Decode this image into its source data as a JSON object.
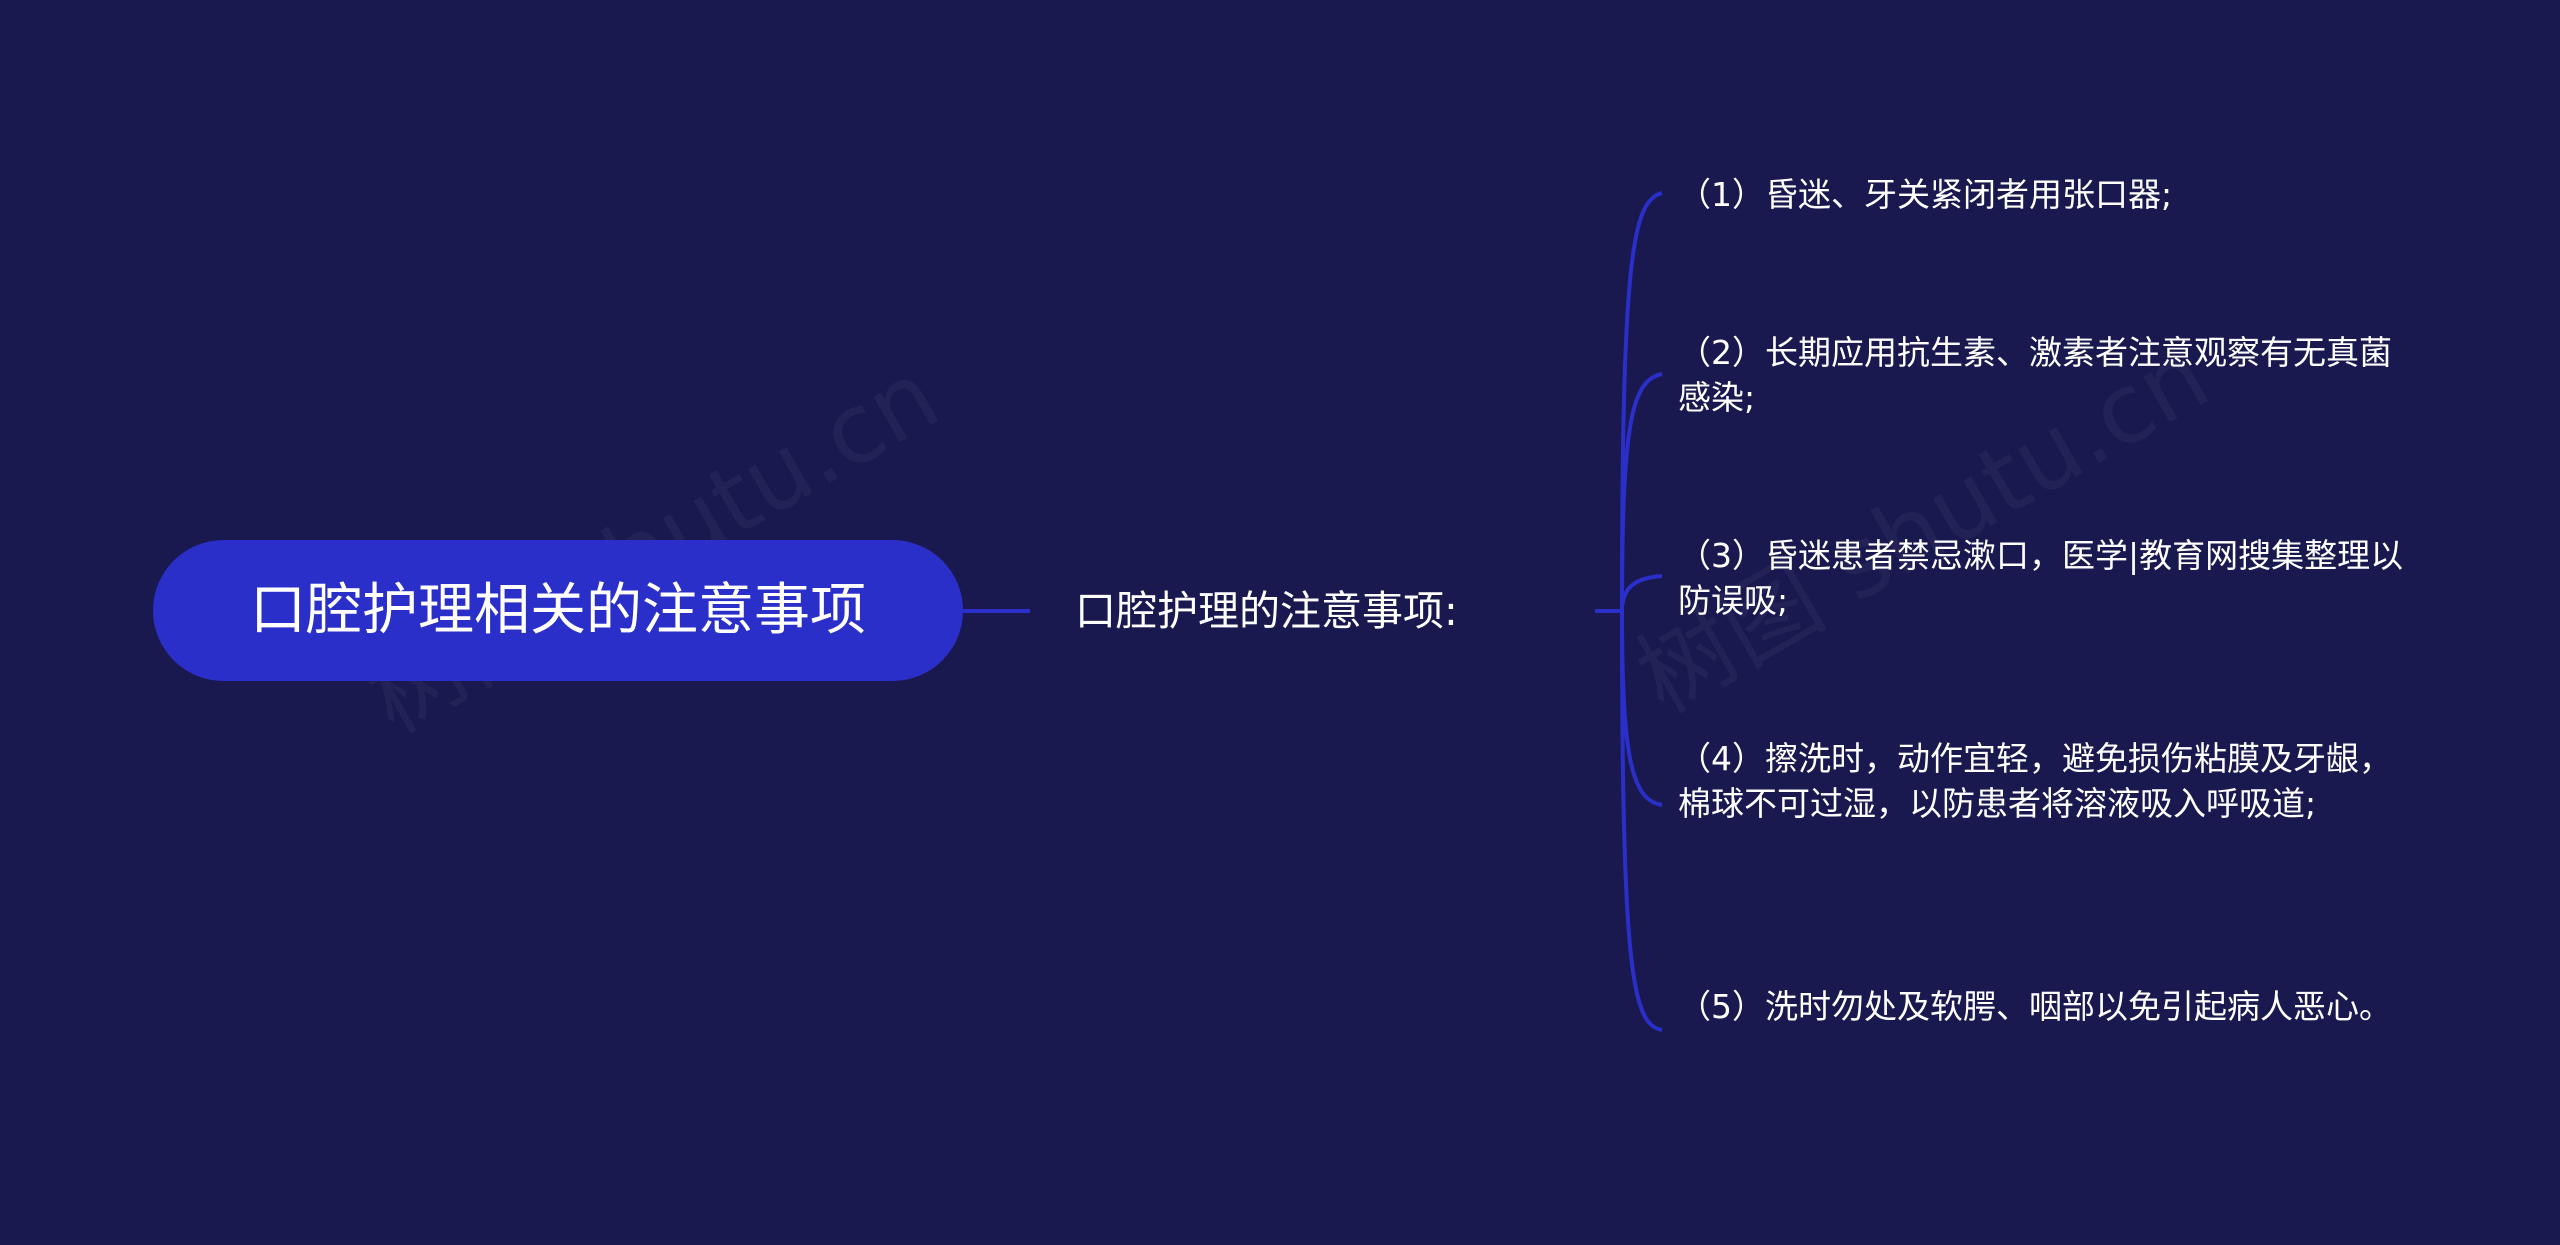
{
  "colors": {
    "background": "#19194f",
    "root_fill": "#2b2fc9",
    "connector": "#2b2fc9",
    "text": "#ffffff"
  },
  "root": {
    "label": "口腔护理相关的注意事项"
  },
  "branch": {
    "label": "口腔护理的注意事项:"
  },
  "items": [
    {
      "text": "（1）昏迷、牙关紧闭者用张口器;"
    },
    {
      "text": "（2）长期应用抗生素、激素者注意观察有无真菌感染;"
    },
    {
      "text": "（3）昏迷患者禁忌漱口，医学|教育网搜集整理以防误吸;"
    },
    {
      "text": "（4）擦洗时，动作宜轻，避免损伤粘膜及牙龈，棉球不可过湿，以防患者将溶液吸入呼吸道;"
    },
    {
      "text": "（5）洗时勿处及软腭、咽部以免引起病人恶心。"
    }
  ],
  "watermark": "树图 shutu.cn"
}
